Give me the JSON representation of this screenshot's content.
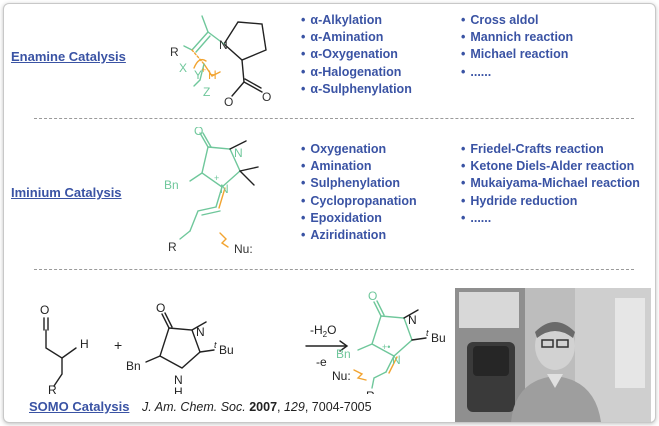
{
  "sections": {
    "enamine": {
      "title": "Enamine Catalysis",
      "col1": [
        "α-Alkylation",
        "α-Amination",
        "α-Oxygenation",
        "α-Halogenation",
        "α-Sulphenylation"
      ],
      "col2": [
        "Cross aldol",
        "Mannich reaction",
        "Michael reaction",
        "......"
      ]
    },
    "iminium": {
      "title": "Iminium Catalysis",
      "col1": [
        "Oxygenation",
        "Amination",
        "Sulphenylation",
        "Cyclopropanation",
        "Epoxidation",
        "Aziridination"
      ],
      "col2": [
        "Friedel-Crafts reaction",
        "Ketone Diels-Alder reaction",
        "Mukaiyama-Michael reaction",
        "Hydride reduction",
        "......"
      ]
    },
    "somo": {
      "title": "SOMO Catalysis",
      "reference": {
        "journal": "J. Am. Chem. Soc.",
        "year": "2007",
        "volume": "129",
        "pages": "7004-7005"
      }
    }
  },
  "structures": {
    "enamine": {
      "R": "R",
      "X": "X",
      "Y": "Y",
      "H": "H",
      "Z": "Z",
      "N": "N",
      "O1": "O",
      "O2": "O",
      "plus": "+"
    },
    "iminium": {
      "N1": "N",
      "N2": "N",
      "Bn": "Bn",
      "O": "O",
      "R": "R",
      "Nu": "Nu:",
      "plus": "+"
    },
    "somo": {
      "O1": "O",
      "H1": "H",
      "R1": "R",
      "plus_sign": "+",
      "O2": "O",
      "N3": "N",
      "Bn2": "Bn",
      "tBu_t": "t",
      "tBu_bu": "Bu",
      "N4": "N",
      "H2": "H",
      "cond1_prefix": "-H",
      "cond1_sub": "2",
      "cond1_suffix": "O",
      "cond2": "-e",
      "O3": "O",
      "N5": "N",
      "Bn3": "Bn",
      "tBu2_t": "t",
      "tBu2_bu": "Bu",
      "N6": "N",
      "radcat": "+•",
      "Nu2": "Nu:",
      "R2": "R"
    }
  },
  "colors": {
    "accent": "#3a53a4",
    "green": "#6fc79b",
    "orange": "#f2a431",
    "dashed": "#9a9a9a"
  }
}
